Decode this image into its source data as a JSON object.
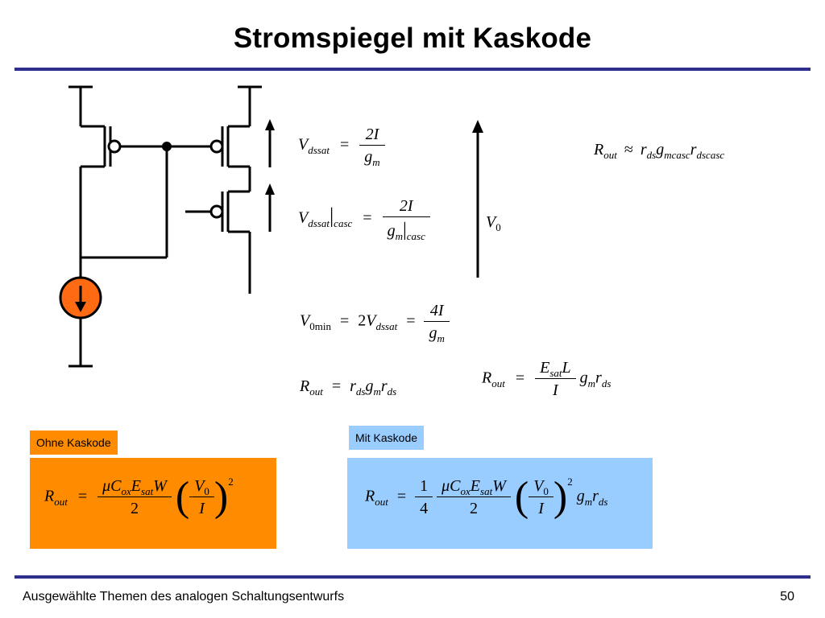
{
  "slide": {
    "title": "Stromspiegel mit Kaskode",
    "footer_text": "Ausgewählte Themen des analogen Schaltungsentwurfs",
    "page_number": "50"
  },
  "labels": {
    "ohne": "Ohne Kaskode",
    "mit": "Mit Kaskode",
    "v0": "V",
    "v0_sub": "0"
  },
  "colors": {
    "rule": "#2e2f8c",
    "orange_box": "#ff8c00",
    "blue_box": "#99ccff",
    "current_source": "#ff6a13"
  },
  "eq": {
    "V": "V",
    "R": "R",
    "I": "I",
    "g": "g",
    "r": "r",
    "L": "L",
    "E": "E",
    "C": "C",
    "W": "W",
    "mu": "μ",
    "two": "2",
    "four": "4",
    "one": "1",
    "zero": "0",
    "two_I": "2I",
    "four_I": "4I",
    "two_V": "2V",
    "equals": "=",
    "approx": "≈",
    "dssat": "dssat",
    "casc": "casc",
    "m": "m",
    "out": "out",
    "ds": "ds",
    "mcasc": "mcasc",
    "dscasc": "dscasc",
    "min": "min",
    "sat": "sat",
    "ox": "ox",
    "bar": "|"
  }
}
